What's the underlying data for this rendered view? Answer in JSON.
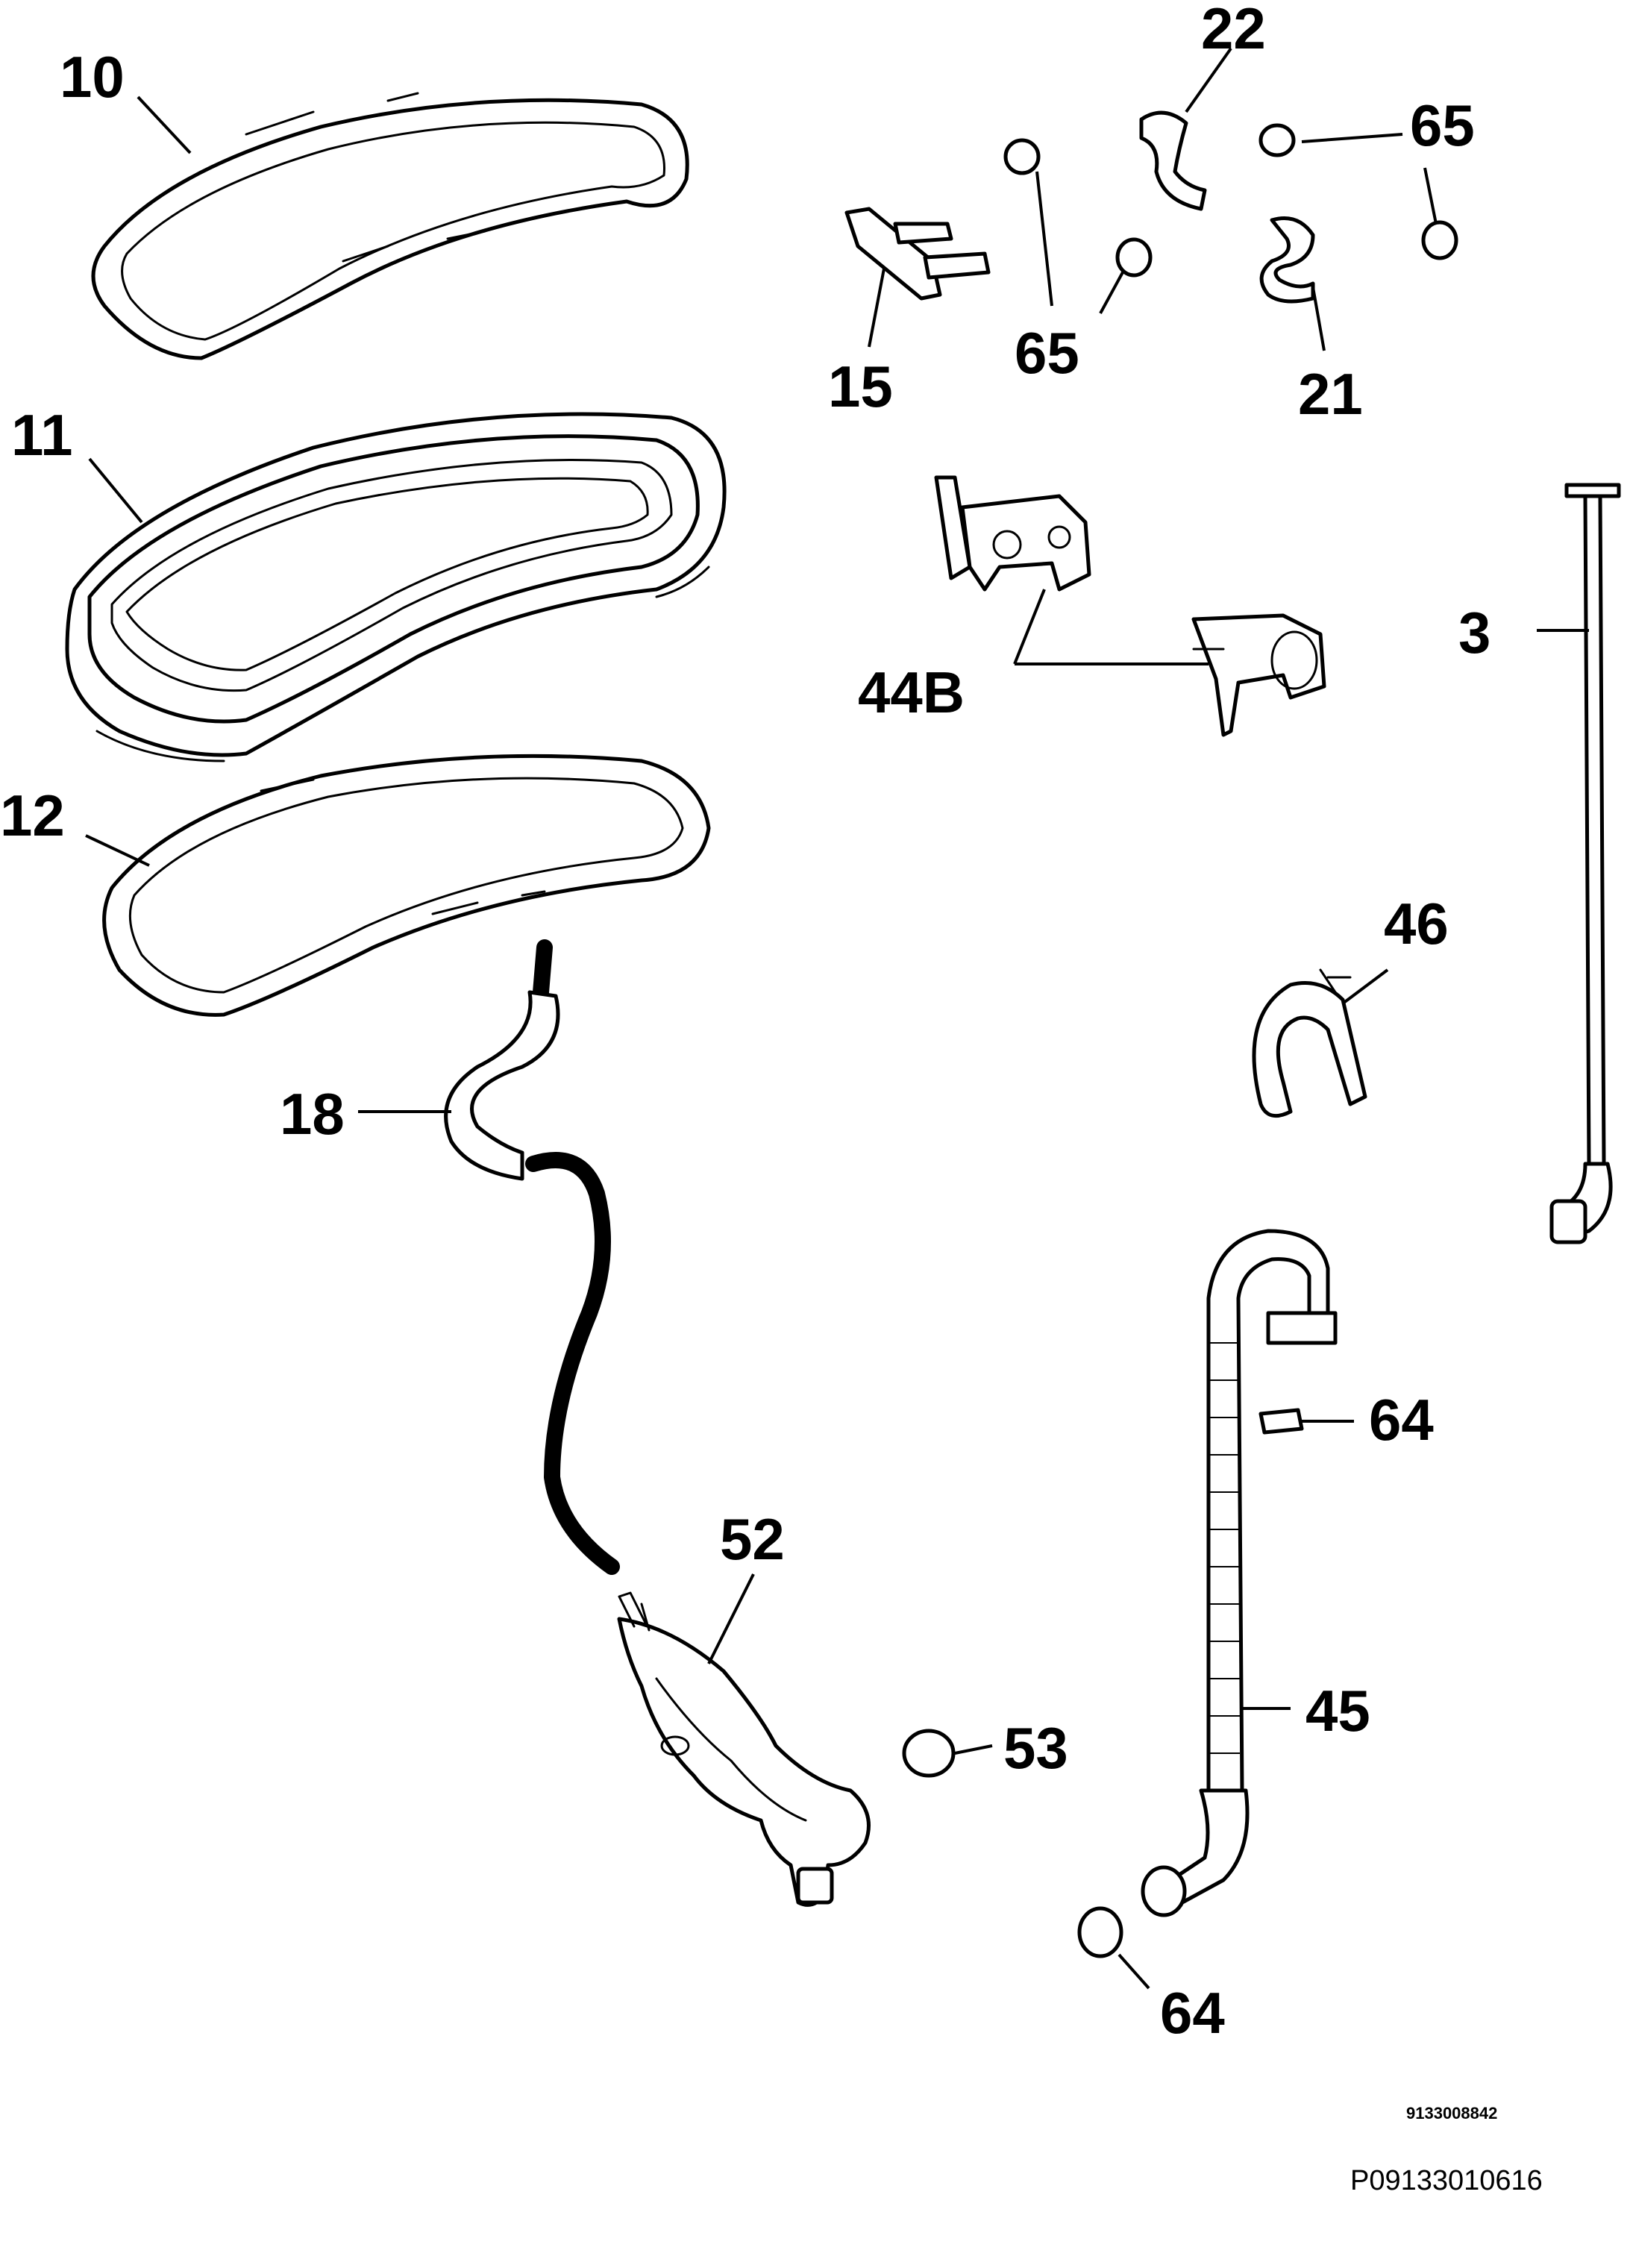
{
  "callouts": {
    "c10": "10",
    "c11": "11",
    "c12": "12",
    "c15": "15",
    "c18": "18",
    "c21": "21",
    "c22": "22",
    "c3": "3",
    "c44b": "44B",
    "c45": "45",
    "c46": "46",
    "c52": "52",
    "c53": "53",
    "c64a": "64",
    "c64b": "64",
    "c65a": "65",
    "c65b": "65"
  },
  "codes": {
    "small": "9133008842",
    "large": "P09133010616"
  }
}
